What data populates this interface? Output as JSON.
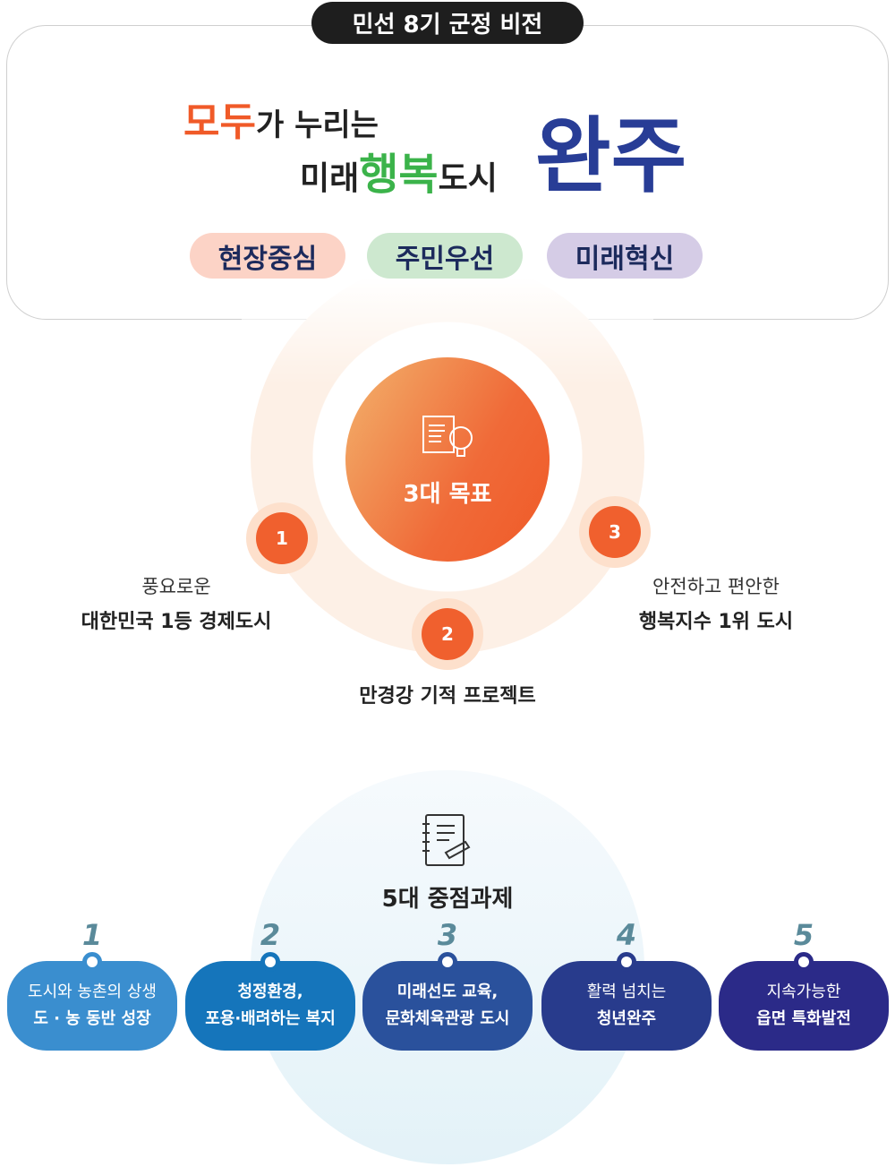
{
  "header": {
    "title": "민선 8기 군정 비전"
  },
  "slogan": {
    "line1a": "모두",
    "line1b": "가 누리는",
    "line2a": "미래",
    "line2b": "행복",
    "line2c": "도시",
    "name": "완주"
  },
  "values": [
    {
      "label": "현장중심",
      "color": "#fcd3c6"
    },
    {
      "label": "주민우선",
      "color": "#cde8cf"
    },
    {
      "label": "미래혁신",
      "color": "#d5cce6"
    }
  ],
  "goals": {
    "title": "3대 목표",
    "items": [
      {
        "num": "1",
        "line1": "풍요로운",
        "line2": "대한민국 1등 경제도시"
      },
      {
        "num": "2",
        "line1": "",
        "line2": "만경강 기적 프로젝트"
      },
      {
        "num": "3",
        "line1": "안전하고 편안한",
        "line2": "행복지수 1위 도시"
      }
    ]
  },
  "tasks": {
    "title": "5대 중점과제",
    "items": [
      {
        "num": "1",
        "line1": "도시와 농촌의 상생",
        "line2": "도 · 농 동반 성장",
        "color": "#3a8ecf"
      },
      {
        "num": "2",
        "line1": "청정환경,",
        "line2": "포용·배려하는 복지",
        "color": "#1575bb"
      },
      {
        "num": "3",
        "line1": "미래선도 교육,",
        "line2": "문화체육관광 도시",
        "color": "#2a519c"
      },
      {
        "num": "4",
        "line1": "활력 넘치는",
        "line2": "청년완주",
        "color": "#283b8c"
      },
      {
        "num": "5",
        "line1": "지속가능한",
        "line2": "읍면 특화발전",
        "color": "#2b2a88"
      }
    ]
  }
}
